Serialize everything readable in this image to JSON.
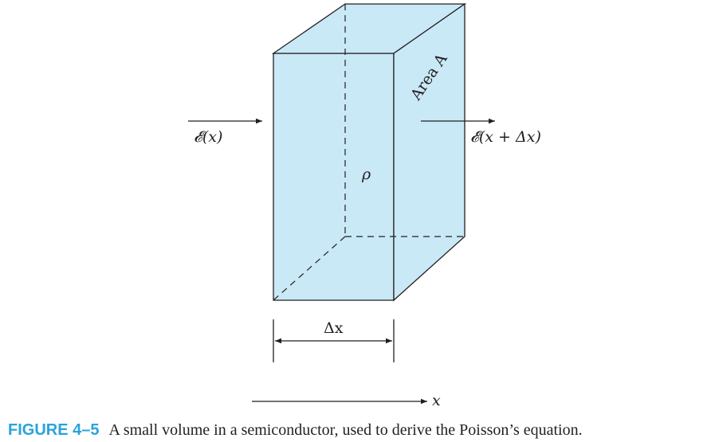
{
  "labels": {
    "field_in": "𝓔(x)",
    "field_out": "𝓔(x + Δx)",
    "area": "Area A",
    "charge": "ρ",
    "width": "Δx",
    "axis": "x"
  },
  "caption": {
    "number": "FIGURE 4–5",
    "text": "A small volume in a semiconductor, used to derive the Poisson’s equation."
  },
  "colors": {
    "box_fill": "#c9e9f7",
    "stroke": "#231f20",
    "caption_accent": "#29a3dc"
  }
}
